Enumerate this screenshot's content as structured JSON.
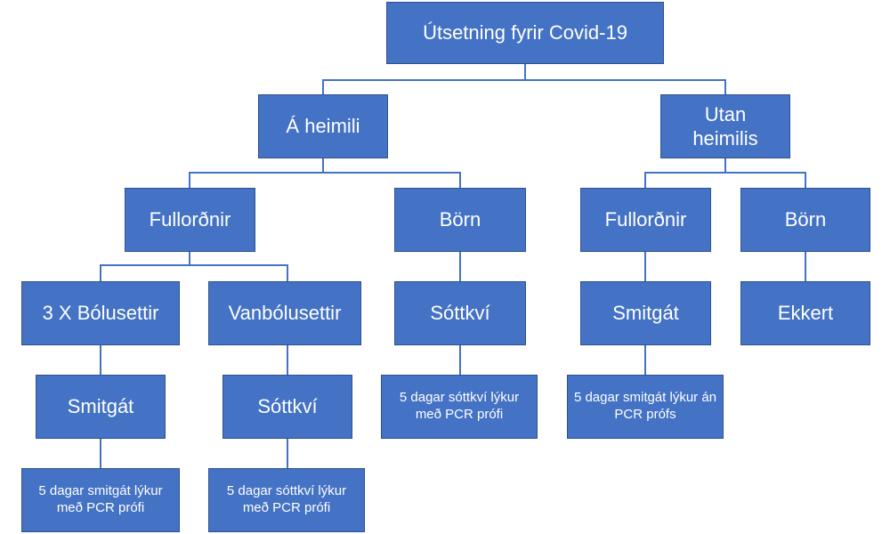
{
  "diagram": {
    "root": "Útsetning fyrir Covid-19",
    "home": {
      "label": "Á heimili",
      "adults": {
        "label": "Fullorðnir",
        "vaccinated": {
          "label": "3 X Bólusettir",
          "action": "Smitgát",
          "rule": "5 dagar smitgát lýkur með PCR prófi"
        },
        "unvaccinated": {
          "label": "Vanbólusettir",
          "action": "Sóttkví",
          "rule": "5 dagar sóttkví lýkur með PCR prófi"
        }
      },
      "children": {
        "label": "Börn",
        "action": "Sóttkví",
        "rule": "5 dagar sóttkví lýkur með PCR prófi"
      }
    },
    "outside": {
      "label": "Utan heimilis",
      "adults": {
        "label": "Fullorðnir",
        "action": "Smitgát",
        "rule": "5 dagar smitgát lýkur án PCR prófs"
      },
      "children": {
        "label": "Börn",
        "action": "Ekkert"
      }
    }
  },
  "colors": {
    "box_fill": "#4472c4",
    "box_border": "#2f528f",
    "connector": "#4472c4",
    "text": "#ffffff"
  }
}
